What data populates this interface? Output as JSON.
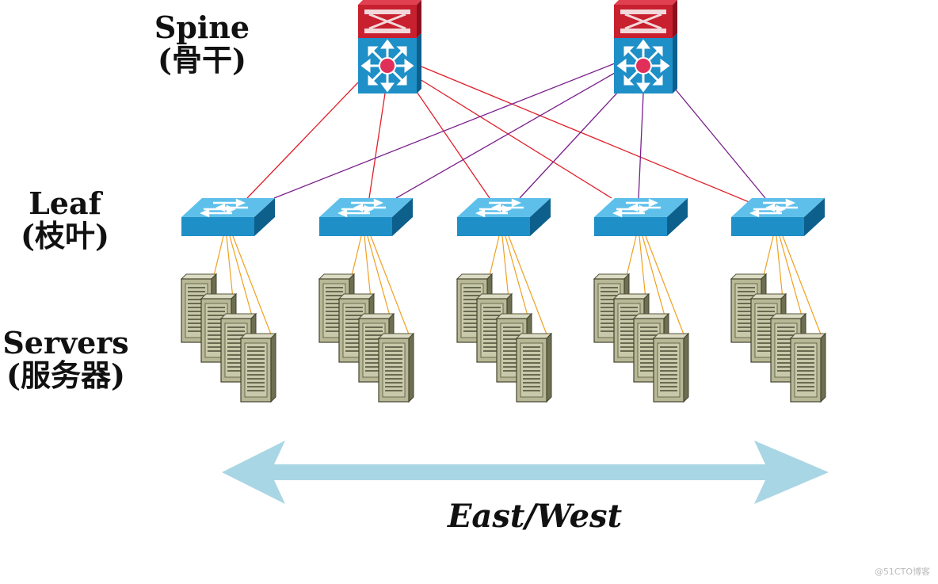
{
  "labels": {
    "spine_line1": "Spine",
    "spine_line2": "(骨干)",
    "leaf_line1": "Leaf",
    "leaf_line2": "(枝叶)",
    "servers_line1": "Servers",
    "servers_line2": "(服务器)",
    "direction": "East/West"
  },
  "watermark": "@51CTO博客",
  "icons": {
    "spine_switch": "layer3-switch-icon",
    "leaf_switch": "workgroup-switch-icon",
    "server": "server-tower-icon"
  },
  "colors": {
    "spine_top": "#c8202e",
    "switch_blue": "#1f8fc8",
    "link_spine1": "#e0202a",
    "link_spine2": "#7a1f8c",
    "server_link": "#f0a020",
    "arrow": "#a9d6e5",
    "server_body": "#b8b896"
  }
}
